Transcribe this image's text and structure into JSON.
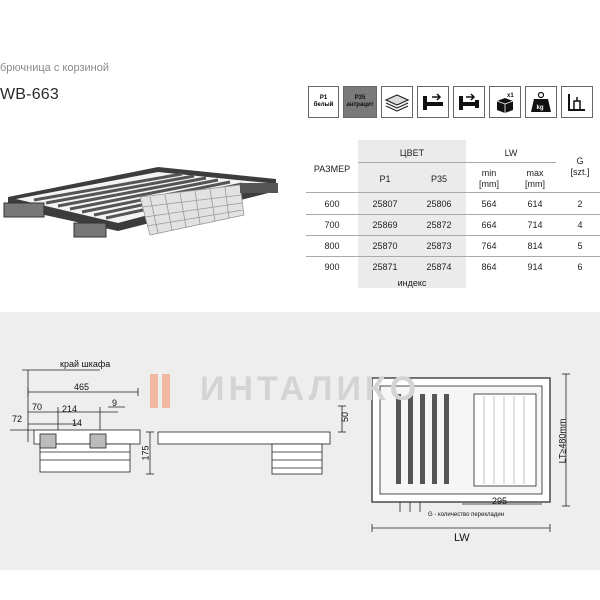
{
  "header": {
    "subtitle": "брючница с корзиной",
    "model": "WB-663"
  },
  "icons": [
    {
      "name": "color-p1",
      "line1": "P1",
      "line2": "белый"
    },
    {
      "name": "color-p35",
      "line1": "P35",
      "line2": "антрацит"
    },
    {
      "name": "layers-icon"
    },
    {
      "name": "slide-icon"
    },
    {
      "name": "slide-right-icon"
    },
    {
      "name": "box-icon",
      "label": "x1"
    },
    {
      "name": "weight-icon",
      "label": "kg"
    },
    {
      "name": "mount-icon"
    }
  ],
  "table": {
    "headers": {
      "size": "РАЗМЕР",
      "color": "ЦВЕТ",
      "lw": "LW",
      "g": "G",
      "g_unit": "[szt.]",
      "p1": "P1",
      "p35": "P35",
      "min": "min",
      "min_unit": "[mm]",
      "max": "max",
      "max_unit": "[mm]"
    },
    "rows": [
      {
        "size": "600",
        "p1": "25807",
        "p35": "25806",
        "min": "564",
        "max": "614",
        "g": "2"
      },
      {
        "size": "700",
        "p1": "25869",
        "p35": "25872",
        "min": "664",
        "max": "714",
        "g": "4"
      },
      {
        "size": "800",
        "p1": "25870",
        "p35": "25873",
        "min": "764",
        "max": "814",
        "g": "5"
      },
      {
        "size": "900",
        "p1": "25871",
        "p35": "25874",
        "min": "864",
        "max": "914",
        "g": "6"
      }
    ],
    "index_label": "индекс"
  },
  "drawing": {
    "edge_label": "край шкафа",
    "d465": "465",
    "d72": "72",
    "d70": "70",
    "d214": "214",
    "d9": "9",
    "d14": "14",
    "d50": "50",
    "d175": "175",
    "d295": "295",
    "lt": "LT≥480mm",
    "lw": "LW",
    "g_note": "G - количество перекладин",
    "watermark": "ИНТАЛИКО"
  }
}
